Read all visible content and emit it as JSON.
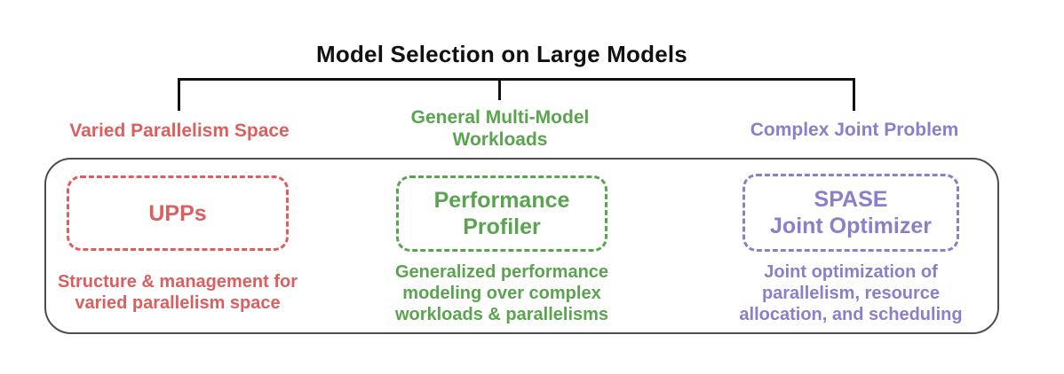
{
  "title": "Model Selection on Large Models",
  "branches": [
    {
      "label": "Varied Parallelism Space",
      "box_title": "UPPs",
      "description": "Structure & management for\nvaried parallelism space",
      "color": "#db5f5f"
    },
    {
      "label": "General Multi-Model\nWorkloads",
      "box_title": "Performance\nProfiler",
      "description": "Generalized performance\nmodeling over complex\nworkloads & parallelisms",
      "color": "#5aa44f"
    },
    {
      "label": "Complex Joint Problem",
      "box_title": "SPASE\nJoint Optimizer",
      "description": "Joint optimization of\nparallelism, resource\nallocation, and scheduling",
      "color": "#8c7ec9"
    }
  ],
  "colors": {
    "line": "#111111",
    "container_border": "#4d4d4d",
    "background": "#ffffff"
  }
}
